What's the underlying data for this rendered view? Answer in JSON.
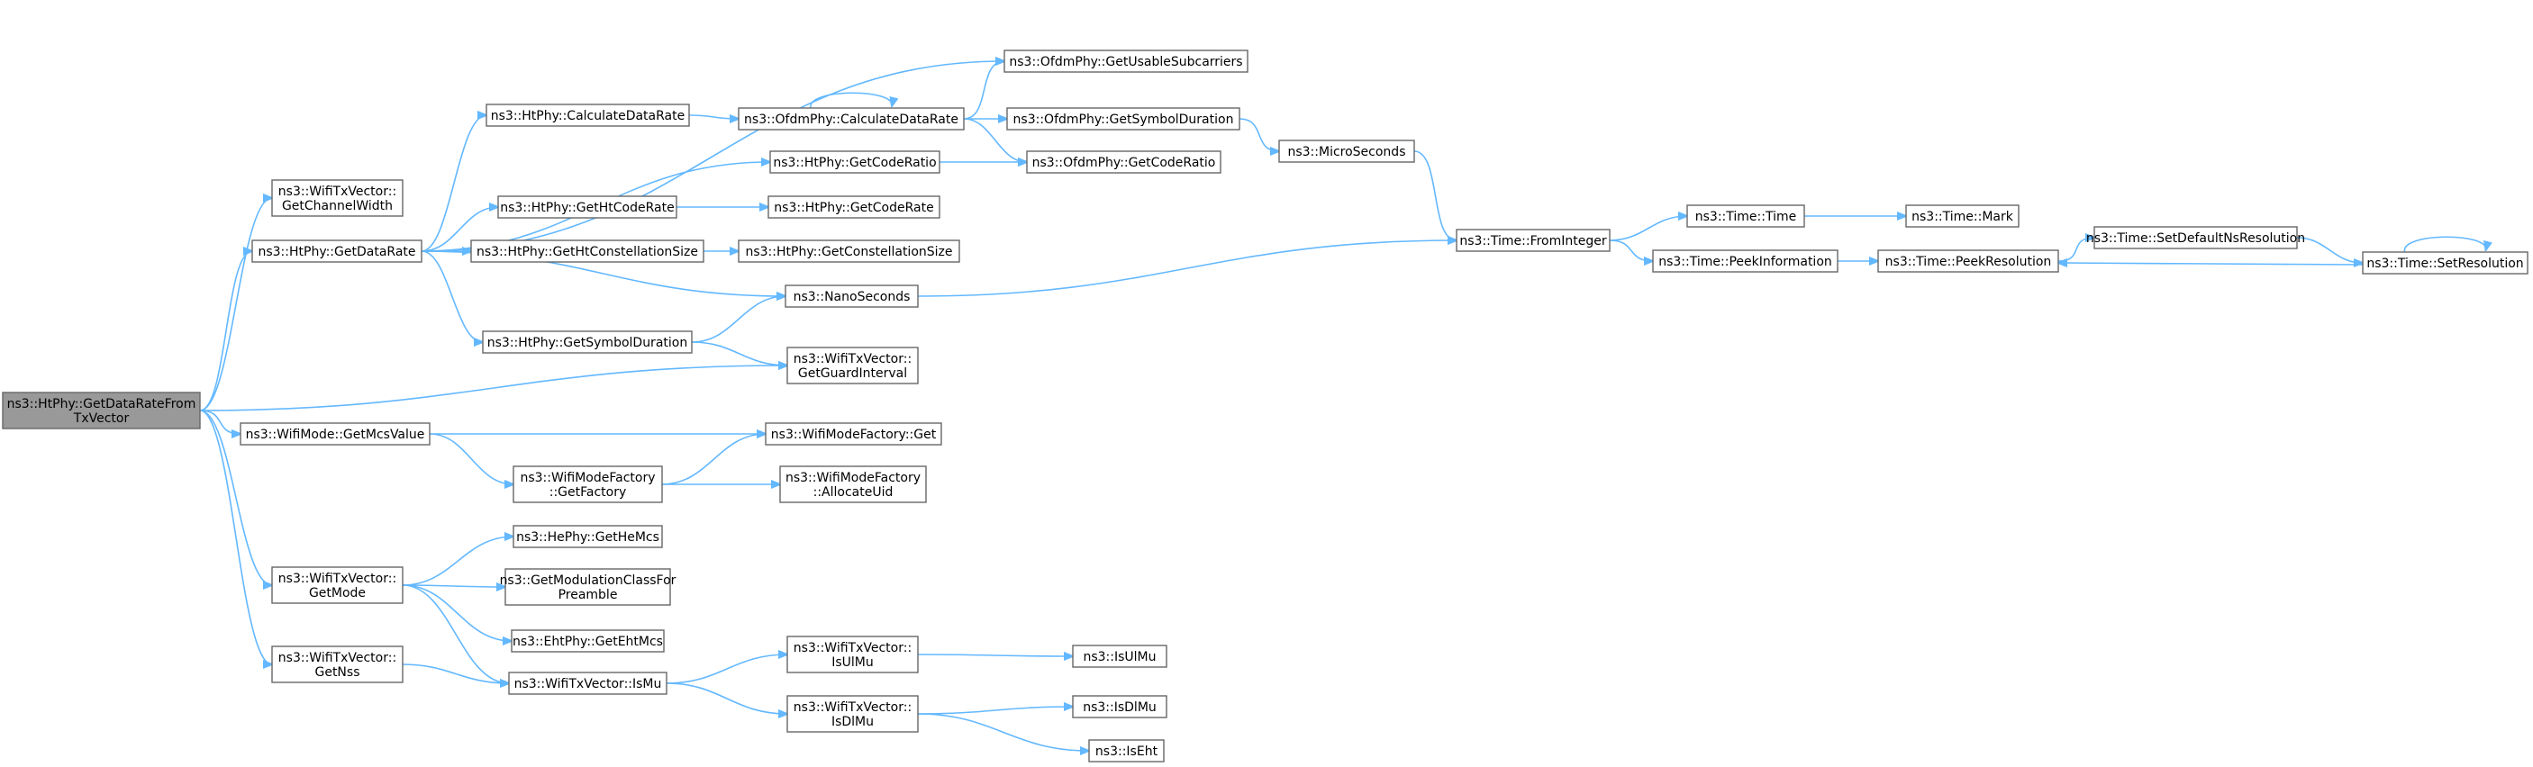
{
  "colors": {
    "edge": "#63b8ff",
    "node_border": "#666666",
    "root_fill": "#999999",
    "node_fill": "#ffffff"
  },
  "nodes": [
    {
      "id": "root",
      "lines": [
        "ns3::HtPhy::GetDataRateFrom",
        "TxVector"
      ],
      "root": true
    },
    {
      "id": "wtv_gcw",
      "lines": [
        "ns3::WifiTxVector::",
        "GetChannelWidth"
      ]
    },
    {
      "id": "ht_gdr",
      "lines": [
        "ns3::HtPhy::GetDataRate"
      ]
    },
    {
      "id": "wm_gmv",
      "lines": [
        "ns3::WifiMode::GetMcsValue"
      ]
    },
    {
      "id": "wtv_gm",
      "lines": [
        "ns3::WifiTxVector::",
        "GetMode"
      ]
    },
    {
      "id": "wtv_gn",
      "lines": [
        "ns3::WifiTxVector::",
        "GetNss"
      ]
    },
    {
      "id": "ht_cdr",
      "lines": [
        "ns3::HtPhy::CalculateDataRate"
      ]
    },
    {
      "id": "ht_ghcr",
      "lines": [
        "ns3::HtPhy::GetHtCodeRate"
      ]
    },
    {
      "id": "ht_ghcs",
      "lines": [
        "ns3::HtPhy::GetHtConstellationSize"
      ]
    },
    {
      "id": "ht_gsd",
      "lines": [
        "ns3::HtPhy::GetSymbolDuration"
      ]
    },
    {
      "id": "ofdm_gus",
      "lines": [
        "ns3::OfdmPhy::GetUsableSubcarriers"
      ]
    },
    {
      "id": "ofdm_cdr",
      "lines": [
        "ns3::OfdmPhy::CalculateDataRate"
      ]
    },
    {
      "id": "ht_gcodr",
      "lines": [
        "ns3::HtPhy::GetCodeRatio"
      ]
    },
    {
      "id": "ht_gcr",
      "lines": [
        "ns3::HtPhy::GetCodeRate"
      ]
    },
    {
      "id": "ht_gcs",
      "lines": [
        "ns3::HtPhy::GetConstellationSize"
      ]
    },
    {
      "id": "nanos",
      "lines": [
        "ns3::NanoSeconds"
      ]
    },
    {
      "id": "wtv_ggi",
      "lines": [
        "ns3::WifiTxVector::",
        "GetGuardInterval"
      ]
    },
    {
      "id": "wmf_get",
      "lines": [
        "ns3::WifiModeFactory::Get"
      ]
    },
    {
      "id": "wmf_gf",
      "lines": [
        "ns3::WifiModeFactory",
        "::GetFactory"
      ]
    },
    {
      "id": "wmf_au",
      "lines": [
        "ns3::WifiModeFactory",
        "::AllocateUid"
      ]
    },
    {
      "id": "he_ghm",
      "lines": [
        "ns3::HePhy::GetHeMcs"
      ]
    },
    {
      "id": "gmcfp",
      "lines": [
        "ns3::GetModulationClassFor",
        "Preamble"
      ]
    },
    {
      "id": "eht_gem",
      "lines": [
        "ns3::EhtPhy::GetEhtMcs"
      ]
    },
    {
      "id": "wtv_ismu",
      "lines": [
        "ns3::WifiTxVector::IsMu"
      ]
    },
    {
      "id": "wtv_isulmu",
      "lines": [
        "ns3::WifiTxVector::",
        "IsUlMu"
      ]
    },
    {
      "id": "wtv_isdlmu",
      "lines": [
        "ns3::WifiTxVector::",
        "IsDlMu"
      ]
    },
    {
      "id": "isulmu",
      "lines": [
        "ns3::IsUlMu"
      ]
    },
    {
      "id": "isdlmu",
      "lines": [
        "ns3::IsDlMu"
      ]
    },
    {
      "id": "iseht",
      "lines": [
        "ns3::IsEht"
      ]
    },
    {
      "id": "ofdm_gsd",
      "lines": [
        "ns3::OfdmPhy::GetSymbolDuration"
      ]
    },
    {
      "id": "ofdm_gcodr",
      "lines": [
        "ns3::OfdmPhy::GetCodeRatio"
      ]
    },
    {
      "id": "micros",
      "lines": [
        "ns3::MicroSeconds"
      ]
    },
    {
      "id": "t_fi",
      "lines": [
        "ns3::Time::FromInteger"
      ]
    },
    {
      "id": "t_time",
      "lines": [
        "ns3::Time::Time"
      ]
    },
    {
      "id": "t_pi",
      "lines": [
        "ns3::Time::PeekInformation"
      ]
    },
    {
      "id": "t_mark",
      "lines": [
        "ns3::Time::Mark"
      ]
    },
    {
      "id": "t_pr",
      "lines": [
        "ns3::Time::PeekResolution"
      ]
    },
    {
      "id": "t_sdnr",
      "lines": [
        "ns3::Time::SetDefaultNsResolution"
      ]
    },
    {
      "id": "t_sr",
      "lines": [
        "ns3::Time::SetResolution"
      ]
    }
  ],
  "edges": [
    [
      "root",
      "wtv_gcw"
    ],
    [
      "root",
      "ht_gdr"
    ],
    [
      "root",
      "wtv_ggi"
    ],
    [
      "root",
      "wm_gmv"
    ],
    [
      "root",
      "wtv_gm"
    ],
    [
      "root",
      "wtv_gn"
    ],
    [
      "ht_gdr",
      "ofdm_gus"
    ],
    [
      "ht_gdr",
      "ht_cdr"
    ],
    [
      "ht_gdr",
      "ht_gcodr"
    ],
    [
      "ht_gdr",
      "ht_ghcr"
    ],
    [
      "ht_gdr",
      "ht_ghcs"
    ],
    [
      "ht_gdr",
      "nanos"
    ],
    [
      "ht_gdr",
      "ht_gsd"
    ],
    [
      "ht_cdr",
      "ofdm_cdr"
    ],
    [
      "ofdm_cdr",
      "ofdm_cdr"
    ],
    [
      "ofdm_cdr",
      "ofdm_gus"
    ],
    [
      "ofdm_cdr",
      "ofdm_gsd"
    ],
    [
      "ofdm_cdr",
      "ofdm_gcodr"
    ],
    [
      "ht_gcodr",
      "ofdm_gcodr"
    ],
    [
      "ht_ghcr",
      "ht_gcr"
    ],
    [
      "ht_ghcs",
      "ht_gcs"
    ],
    [
      "ht_gsd",
      "nanos"
    ],
    [
      "ht_gsd",
      "wtv_ggi"
    ],
    [
      "nanos",
      "t_fi"
    ],
    [
      "ofdm_gsd",
      "micros"
    ],
    [
      "micros",
      "t_fi"
    ],
    [
      "t_fi",
      "t_time"
    ],
    [
      "t_fi",
      "t_pi"
    ],
    [
      "t_time",
      "t_mark"
    ],
    [
      "t_pi",
      "t_pr"
    ],
    [
      "t_pr",
      "t_sdnr"
    ],
    [
      "t_sdnr",
      "t_sr"
    ],
    [
      "t_sr",
      "t_pr"
    ],
    [
      "t_sr",
      "t_sr"
    ],
    [
      "wm_gmv",
      "wmf_get"
    ],
    [
      "wm_gmv",
      "wmf_gf"
    ],
    [
      "wmf_gf",
      "wmf_get"
    ],
    [
      "wmf_gf",
      "wmf_au"
    ],
    [
      "wtv_gm",
      "he_ghm"
    ],
    [
      "wtv_gm",
      "gmcfp"
    ],
    [
      "wtv_gm",
      "eht_gem"
    ],
    [
      "wtv_gm",
      "wtv_ismu"
    ],
    [
      "wtv_gn",
      "wtv_ismu"
    ],
    [
      "wtv_ismu",
      "wtv_isulmu"
    ],
    [
      "wtv_ismu",
      "wtv_isdlmu"
    ],
    [
      "wtv_isulmu",
      "isulmu"
    ],
    [
      "wtv_isdlmu",
      "isdlmu"
    ],
    [
      "wtv_isdlmu",
      "iseht"
    ]
  ]
}
